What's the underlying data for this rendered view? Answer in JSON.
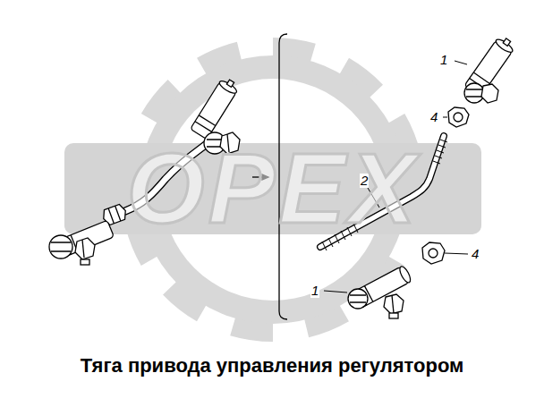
{
  "diagram": {
    "caption": "Тяга привода управления регулятором",
    "labels": [
      "1",
      "4",
      "2",
      "4",
      "1",
      "OPEX"
    ]
  }
}
